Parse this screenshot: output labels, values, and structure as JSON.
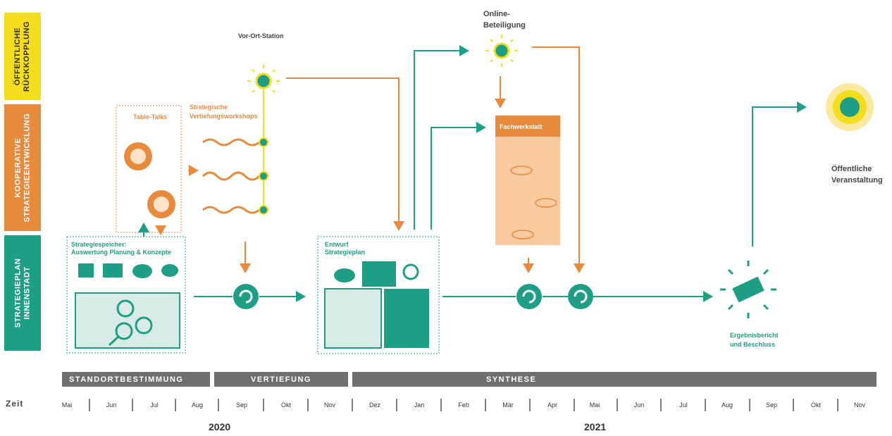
{
  "colors": {
    "teal": "#1f9e86",
    "orange": "#e88a3c",
    "yellow": "#f3dd1c",
    "grey": "#6f6f6f"
  },
  "bands": [
    {
      "label": "ÖFFENTLICHE\nRÜCKKOPPLUNG",
      "color": "#f3dd1c"
    },
    {
      "label": "KOOPERATIVE\nSTRATEGIEENTWICKLUNG",
      "color": "#e88a3c"
    },
    {
      "label": "STRATEGIEPLAN\nINNENSTADT",
      "color": "#1f9e86"
    }
  ],
  "nodes": {
    "vor_ort": "Vor-Ort-Station",
    "online": "Online-\nBeteiligung",
    "table_talks": "Table-Talks",
    "workshops": "Strategische\nVertiefungsworkshops",
    "fachwerkstatt": "Fachwerkstatt",
    "strategiespeicher": "Strategiespeicher:\nAuswertung Planung & Konzepte",
    "entwurf": "Entwurf\nStrategieplan",
    "ergebnis": "Ergebnisbericht\nund Beschluss",
    "veranstaltung": "Öffentliche\nVeranstaltung"
  },
  "phases": [
    "STANDORTBESTIMMUNG",
    "VERTIEFUNG",
    "SYNTHESE"
  ],
  "timeline": {
    "zeit": "Zeit",
    "months": [
      "Mai",
      "Jun",
      "Jul",
      "Aug",
      "Sep",
      "Okt",
      "Nov",
      "Dez",
      "Jan",
      "Feb",
      "Mär",
      "Apr",
      "Mai",
      "Jun",
      "Jul",
      "Aug",
      "Sep",
      "Okt",
      "Nov"
    ],
    "years": [
      "2020",
      "2021"
    ]
  }
}
